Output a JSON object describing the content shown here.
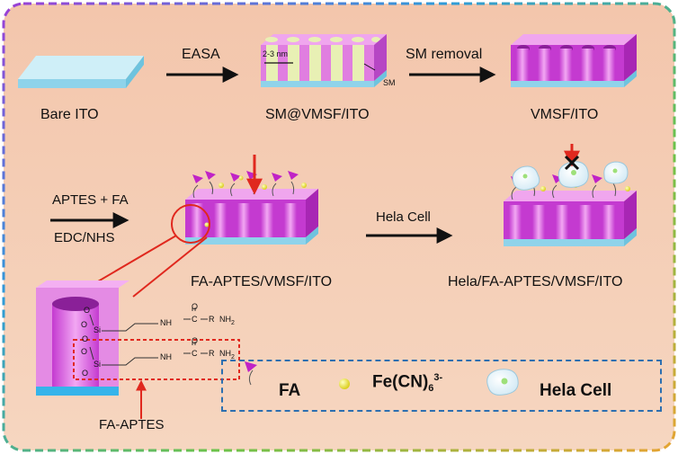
{
  "steps": {
    "bare_ito": "Bare ITO",
    "easa": "EASA",
    "sm_vmsf_ito": "SM@VMSF/ITO",
    "pore_size": "2-3 nm",
    "sm_callout": "SM",
    "sm_removal": "SM removal",
    "vmsf_ito": "VMSF/ITO",
    "aptes_fa": "APTES + FA",
    "edc_nhs": "EDC/NHS",
    "fa_aptes_vmsf_ito": "FA-APTES/VMSF/ITO",
    "hela_cell_step": "Hela Cell",
    "hela_fa_aptes_vmsf_ito": "Hela/FA-APTES/VMSF/ITO",
    "fa_aptes": "FA-APTES"
  },
  "chem": {
    "o": "O",
    "si": "Si",
    "nh": "NH",
    "c": "C",
    "r": "R",
    "nh2": "NH",
    "nh2_sub": "2",
    "o_top": "O"
  },
  "legend": {
    "fa": "FA",
    "ferri_base": "Fe(CN)",
    "ferri_sub": "6",
    "ferri_sup": "3-",
    "hela": "Hela Cell"
  },
  "colors": {
    "magenta": "#d24fd8",
    "pink_top": "#f39af0",
    "ito_blue": "#7fd4ec",
    "sm_yellow": "#e0eba8",
    "red_arrow": "#e0281e",
    "legend_border": "#2d6fb0"
  }
}
